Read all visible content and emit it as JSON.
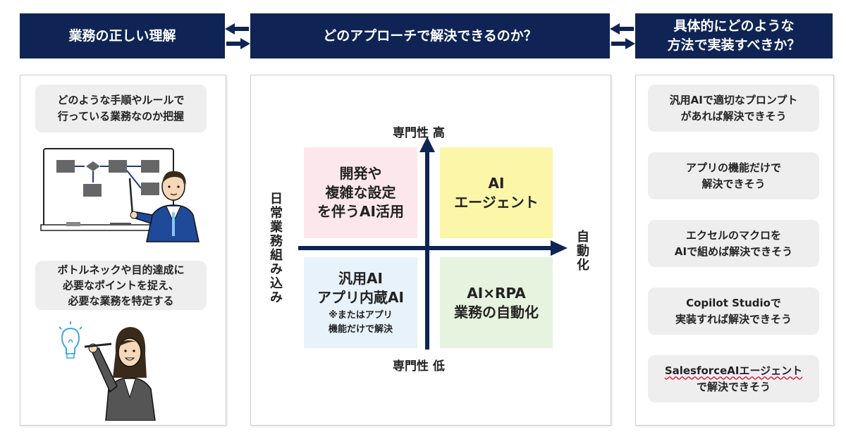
{
  "headers": {
    "left": "業務の正しい理解",
    "center": "どのアプローチで解決できるのか？",
    "right_line1": "具体的にどのような",
    "right_line2": "方法で実装すべきか？"
  },
  "left_panel": {
    "bubble1_line1": "どのような手順やルールで",
    "bubble1_line2": "行っている業務なのか把握",
    "bubble2_line1": "ボトルネックや目的達成に",
    "bubble2_line2": "必要なポイントを捉え、",
    "bubble2_line3": "必要な業務を特定する"
  },
  "matrix": {
    "top_label": "専門性 高",
    "bottom_label": "専門性 低",
    "left_label": "日常業務組み込み",
    "right_label": "自動化",
    "q_top_left": {
      "line1": "開発や",
      "line2": "複雑な設定",
      "line3": "を伴うAI活用",
      "color": "#fce8ec"
    },
    "q_top_right": {
      "line1": "AI",
      "line2": "エージェント",
      "color": "#fbf6a8"
    },
    "q_bottom_left": {
      "line1": "汎用AI",
      "line2": "アプリ内蔵AI",
      "note1": "※またはアプリ",
      "note2": "機能だけで解決",
      "color": "#e8f2fa"
    },
    "q_bottom_right": {
      "line1": "AI×RPA",
      "line2": "業務の自動化",
      "color": "#e6f3df"
    }
  },
  "right_panel": {
    "items": [
      {
        "line1": "汎用AIで適切なプロンプト",
        "line2": "があれば解決できそう"
      },
      {
        "line1": "アプリの機能だけで",
        "line2": "解決できそう"
      },
      {
        "line1": "エクセルのマクロを",
        "line2": "AIで組めば解決できそう"
      },
      {
        "line1": "Copilot Studioで",
        "line2": "実装すれば解決できそう"
      },
      {
        "line1": "SalesforceAIエージェント",
        "line2": "で解決できそう"
      }
    ]
  },
  "colors": {
    "navy": "#0f2455",
    "bubble": "#eeeeef"
  },
  "icons": [
    "arrow-left-icon",
    "arrow-right-icon",
    "whiteboard-illustration",
    "teacher-illustration",
    "lightbulb-illustration",
    "woman-illustration"
  ]
}
